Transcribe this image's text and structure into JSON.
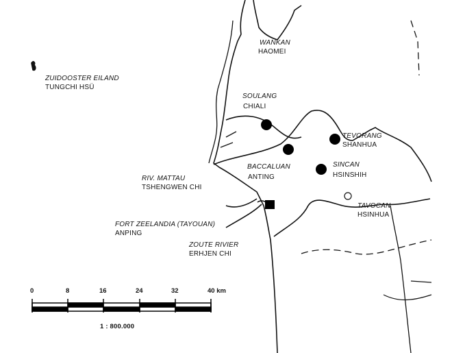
{
  "places": [
    {
      "dutch": "WANKAN",
      "modern": "HAOMEI"
    },
    {
      "dutch": "ZUIDOOSTER EILAND",
      "modern": "TUNGCHI HSÜ"
    },
    {
      "dutch": "SOULANG",
      "modern": "CHIALI"
    },
    {
      "dutch": "TEVORANG",
      "modern": "SHANHUA"
    },
    {
      "dutch": "BACCALUAN",
      "modern": "ANTING"
    },
    {
      "dutch": "SINCAN",
      "modern": "HSINSHIH"
    },
    {
      "dutch": "RIV. MATTAU",
      "modern": "TSHENGWEN CHI"
    },
    {
      "dutch": "TAVOCAN",
      "modern": "HSINHUA"
    },
    {
      "dutch": "FORT ZEELANDIA (TAYOUAN)",
      "modern": "ANPING"
    },
    {
      "dutch": "ZOUTE RIVIER",
      "modern": "ERHJEN CHI"
    }
  ],
  "scale_bar": {
    "ticks": [
      "0",
      "8",
      "16",
      "24",
      "32",
      "40 km"
    ],
    "ratio": "1 : 800.000"
  }
}
